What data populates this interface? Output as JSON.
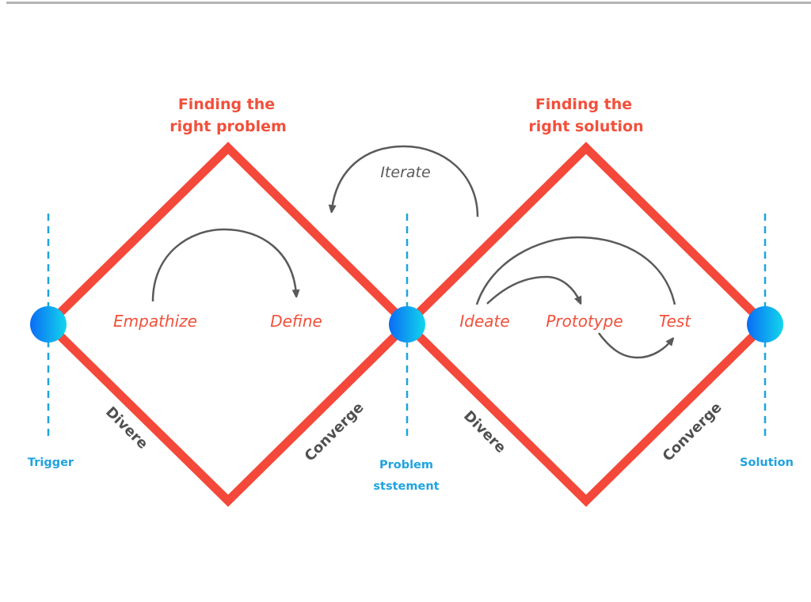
{
  "colors": {
    "diamond": "#f4483a",
    "title": "#f2503b",
    "stage": "#f2503b",
    "arrow": "#5a5a5a",
    "milestone_text": "#1fa3e0",
    "guide_line": "#1fa3e0",
    "node_gradient_start": "#0a6cf5",
    "node_gradient_end": "#12d6ec"
  },
  "diamonds": [
    {
      "title_lines": [
        "Finding the",
        "right problem"
      ],
      "stages": [
        "Empathize",
        "Define"
      ],
      "phases": {
        "left": "Divere",
        "right": "Converge"
      }
    },
    {
      "title_lines": [
        "Finding the",
        "right solution"
      ],
      "stages": [
        "Ideate",
        "Prototype",
        "Test"
      ],
      "phases": {
        "left": "Divere",
        "right": "Converge"
      }
    }
  ],
  "iterate_label": "Iterate",
  "milestones": [
    {
      "lines": [
        "Trigger"
      ]
    },
    {
      "lines": [
        "Problem",
        "ststement"
      ]
    },
    {
      "lines": [
        "Solution"
      ]
    }
  ]
}
